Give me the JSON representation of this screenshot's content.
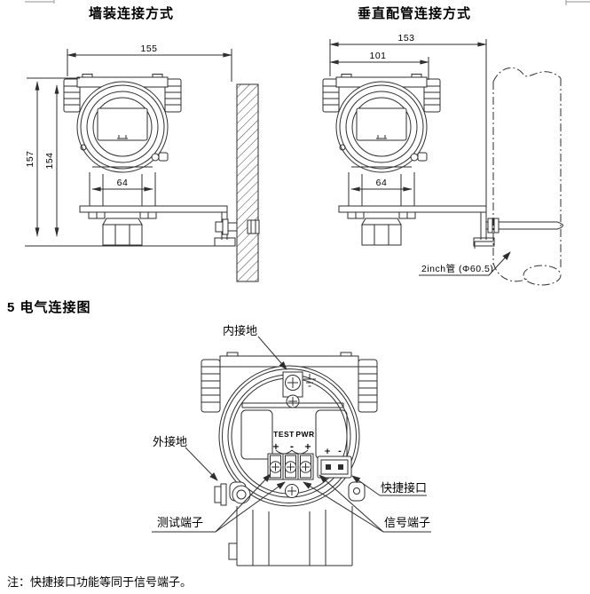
{
  "page": {
    "section_heading": "5 电气连接图",
    "note": "注：快捷接口功能等同于信号端子。"
  },
  "wall_mount": {
    "title": "墙装连接方式",
    "dim_width": "155",
    "dim_height_outer": "157",
    "dim_height_inner": "154",
    "dim_body_width": "64"
  },
  "pipe_mount": {
    "title": "垂直配管连接方式",
    "dim_width_outer": "153",
    "dim_width_inner": "101",
    "dim_body_width": "64",
    "pipe_label": "2inch管 (Φ60.5)"
  },
  "electrical": {
    "label_internal_ground": "内接地",
    "label_external_ground": "外接地",
    "label_test_terminal": "测试端子",
    "label_signal_terminal": "信号端子",
    "label_quick_connector": "快捷接口",
    "terminal_test": "TEST",
    "terminal_pwr": "PWR",
    "polarity": [
      "+",
      "-",
      "+"
    ],
    "quick_polarity": [
      "+",
      "-"
    ]
  },
  "colors": {
    "line": "#2e2e2e",
    "text": "#000000",
    "faint": "#a8a8a8"
  }
}
